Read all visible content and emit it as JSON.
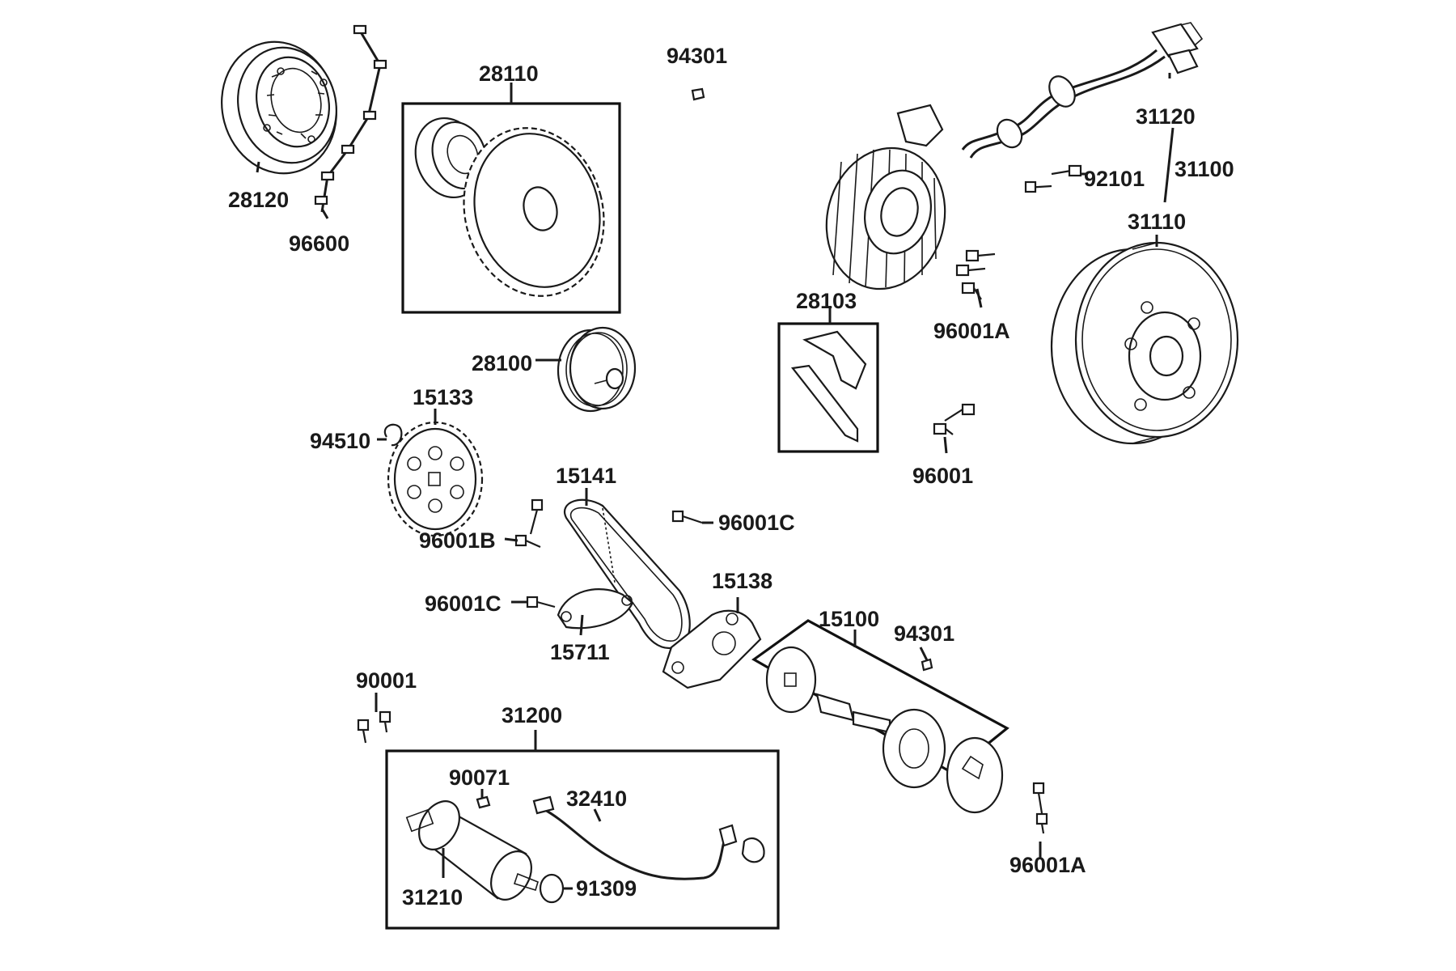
{
  "callouts": {
    "p28110": "28110",
    "p94301_top": "94301",
    "p28120": "28120",
    "p96600": "96600",
    "p31120": "31120",
    "p92101": "92101",
    "p31100": "31100",
    "p31110": "31110",
    "p28103": "28103",
    "p96001A_top": "96001A",
    "p28100": "28100",
    "p15133": "15133",
    "p94510": "94510",
    "p96001": "96001",
    "p15141": "15141",
    "p96001C_right": "96001C",
    "p96001B": "96001B",
    "p15138": "15138",
    "p96001C_left": "96001C",
    "p15100": "15100",
    "p94301_mid": "94301",
    "p15711": "15711",
    "p90001": "90001",
    "p31200": "31200",
    "p90071": "90071",
    "p32410": "32410",
    "p31210": "31210",
    "p91309": "91309",
    "p96001A_bottom": "96001A"
  },
  "colors": {
    "line": "#1a1a1a",
    "background": "#ffffff"
  }
}
